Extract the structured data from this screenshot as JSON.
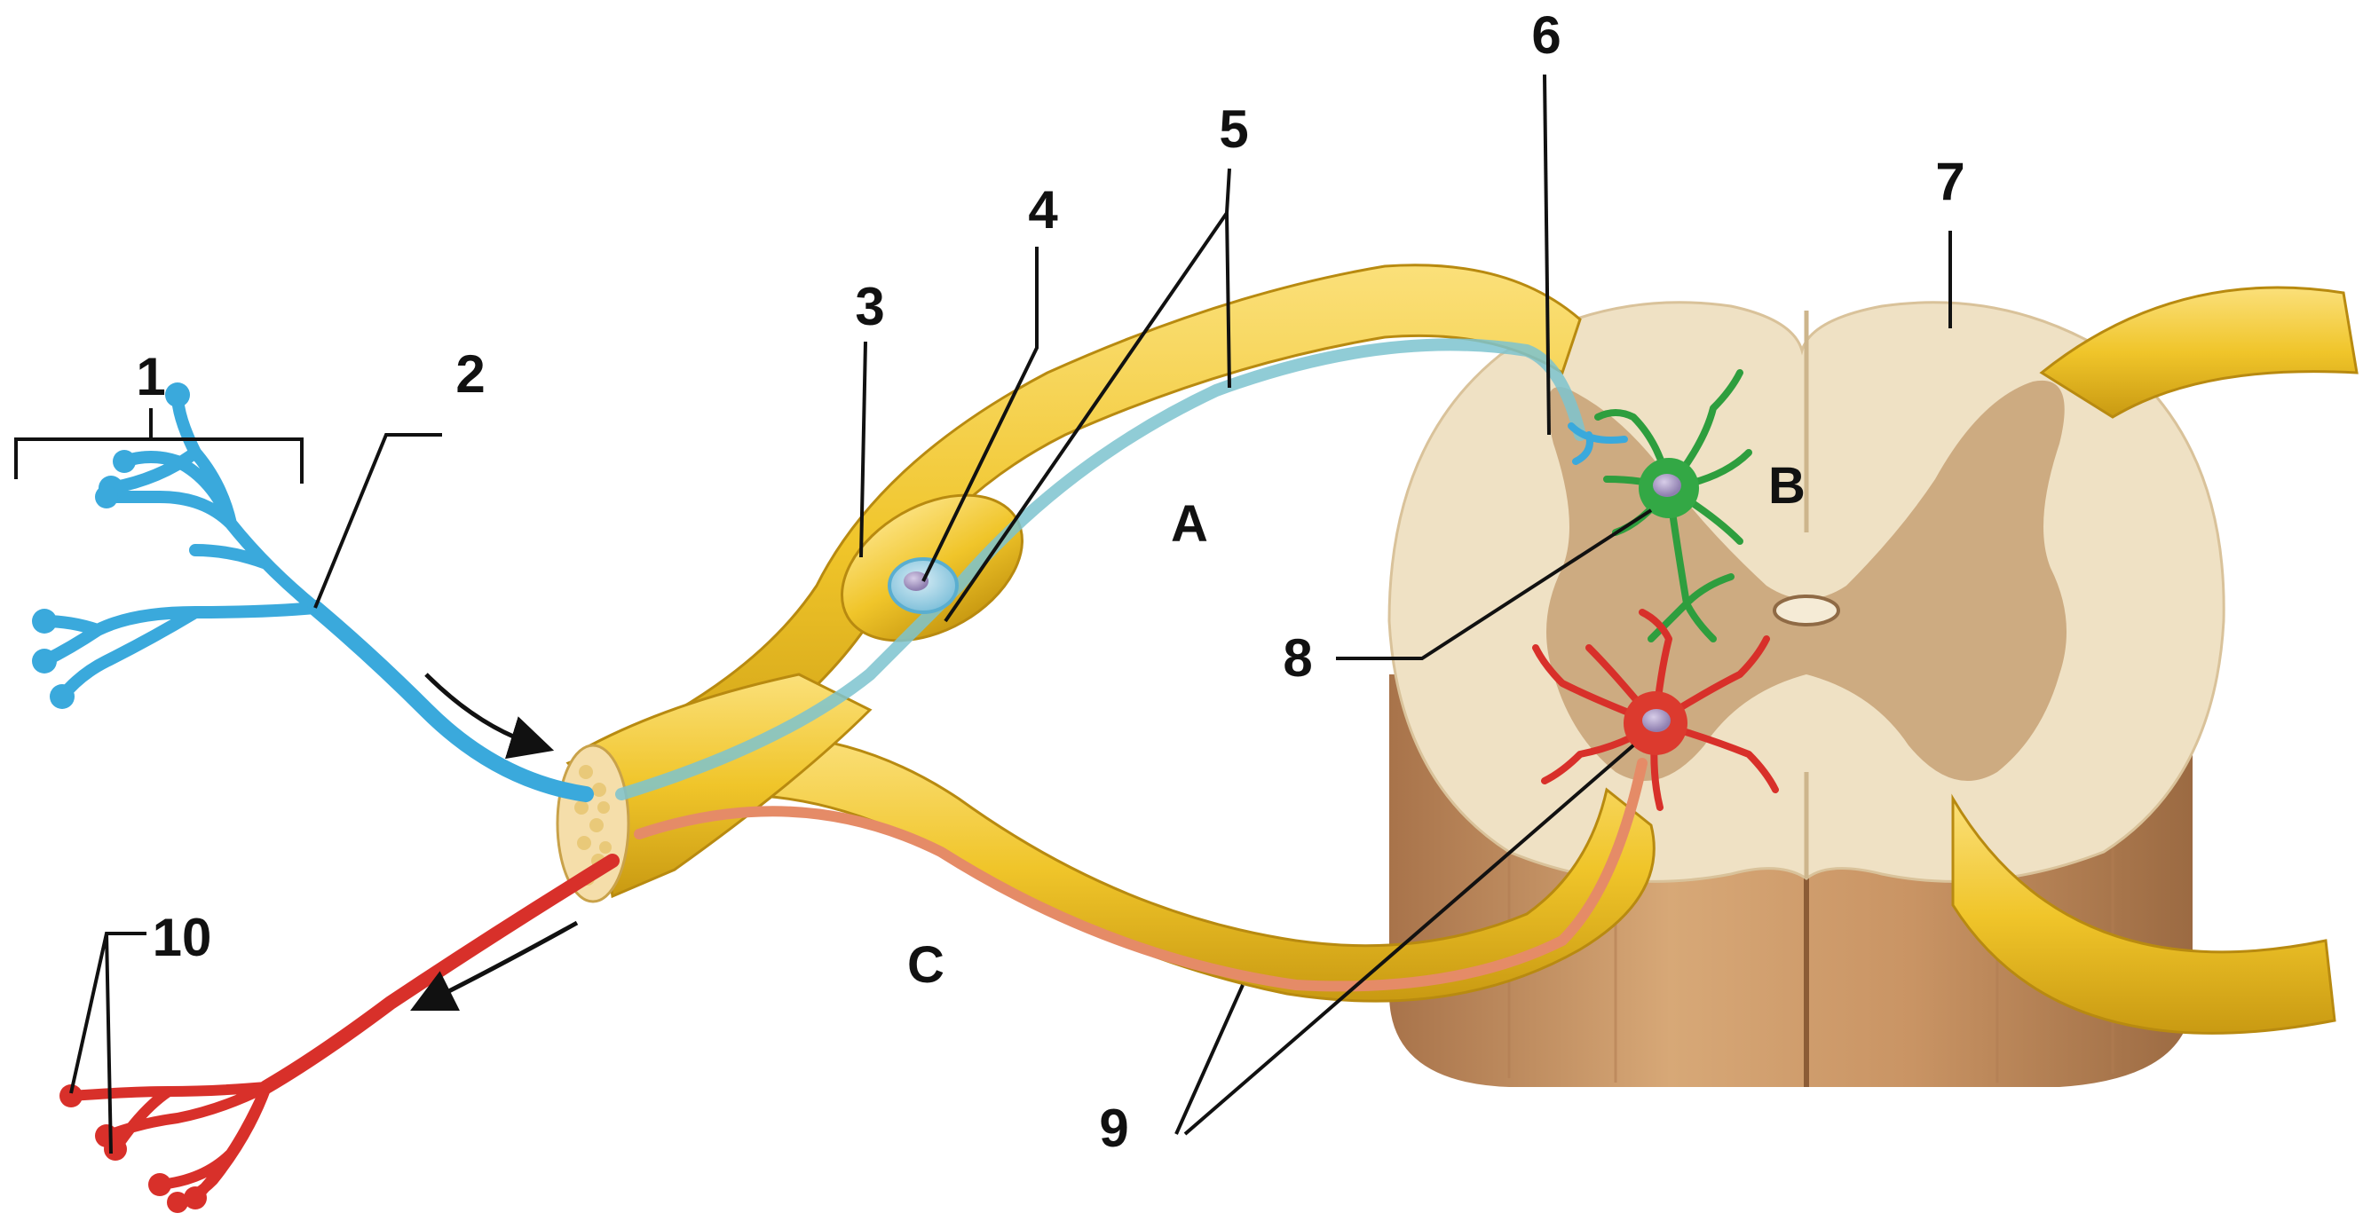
{
  "labels": {
    "n1": "1",
    "n2": "2",
    "n3": "3",
    "n4": "4",
    "n5": "5",
    "n6": "6",
    "n7": "7",
    "n8": "8",
    "n9": "9",
    "n10": "10",
    "A": "A",
    "B": "B",
    "C": "C"
  },
  "colors": {
    "sensory_neuron": "#3aa9dc",
    "interneuron": "#2e9e3e",
    "motor_neuron": "#d8302a",
    "nerve": "#f0c52a",
    "white_matter": "#efe1c4",
    "gray_matter": "#c9a57a",
    "spinal_column": "#c08a5a"
  }
}
